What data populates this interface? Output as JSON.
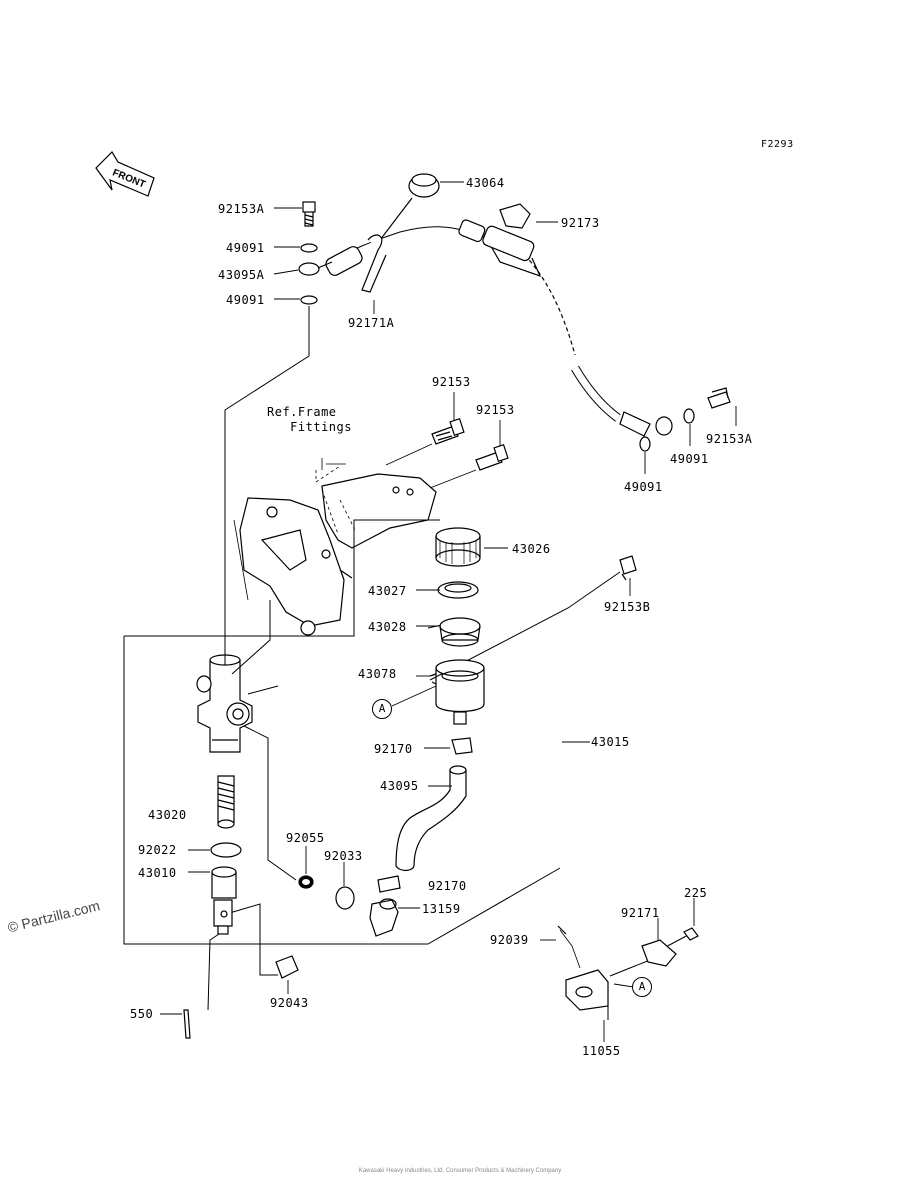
{
  "figure_code": "F2293",
  "front_label": "FRONT",
  "ref_note": "Ref.Frame\n   Fittings",
  "watermark": "© Partzilla.com",
  "footer_text": "Kawasaki Heavy Industries, Ltd. Consumer Products & Machinery Company",
  "circle_ref": "A",
  "parts": {
    "p92153A_top": "92153A",
    "p49091_a": "49091",
    "p43095A": "43095A",
    "p49091_b": "49091",
    "p43064": "43064",
    "p92173": "92173",
    "p92171A": "92171A",
    "p92153_a": "92153",
    "p92153_b": "92153",
    "p92153A_right": "92153A",
    "p49091_right": "49091",
    "p49091_bottom": "49091",
    "p43026": "43026",
    "p43027": "43027",
    "p43028": "43028",
    "p92153B": "92153B",
    "p43078": "43078",
    "p92170_a": "92170",
    "p43015": "43015",
    "p43095": "43095",
    "p43020": "43020",
    "p92022": "92022",
    "p43010": "43010",
    "p92055": "92055",
    "p92033": "92033",
    "p92170_b": "92170",
    "p13159": "13159",
    "p92171": "92171",
    "p225": "225",
    "p92039": "92039",
    "p92043": "92043",
    "p550": "550",
    "p11055": "11055"
  }
}
